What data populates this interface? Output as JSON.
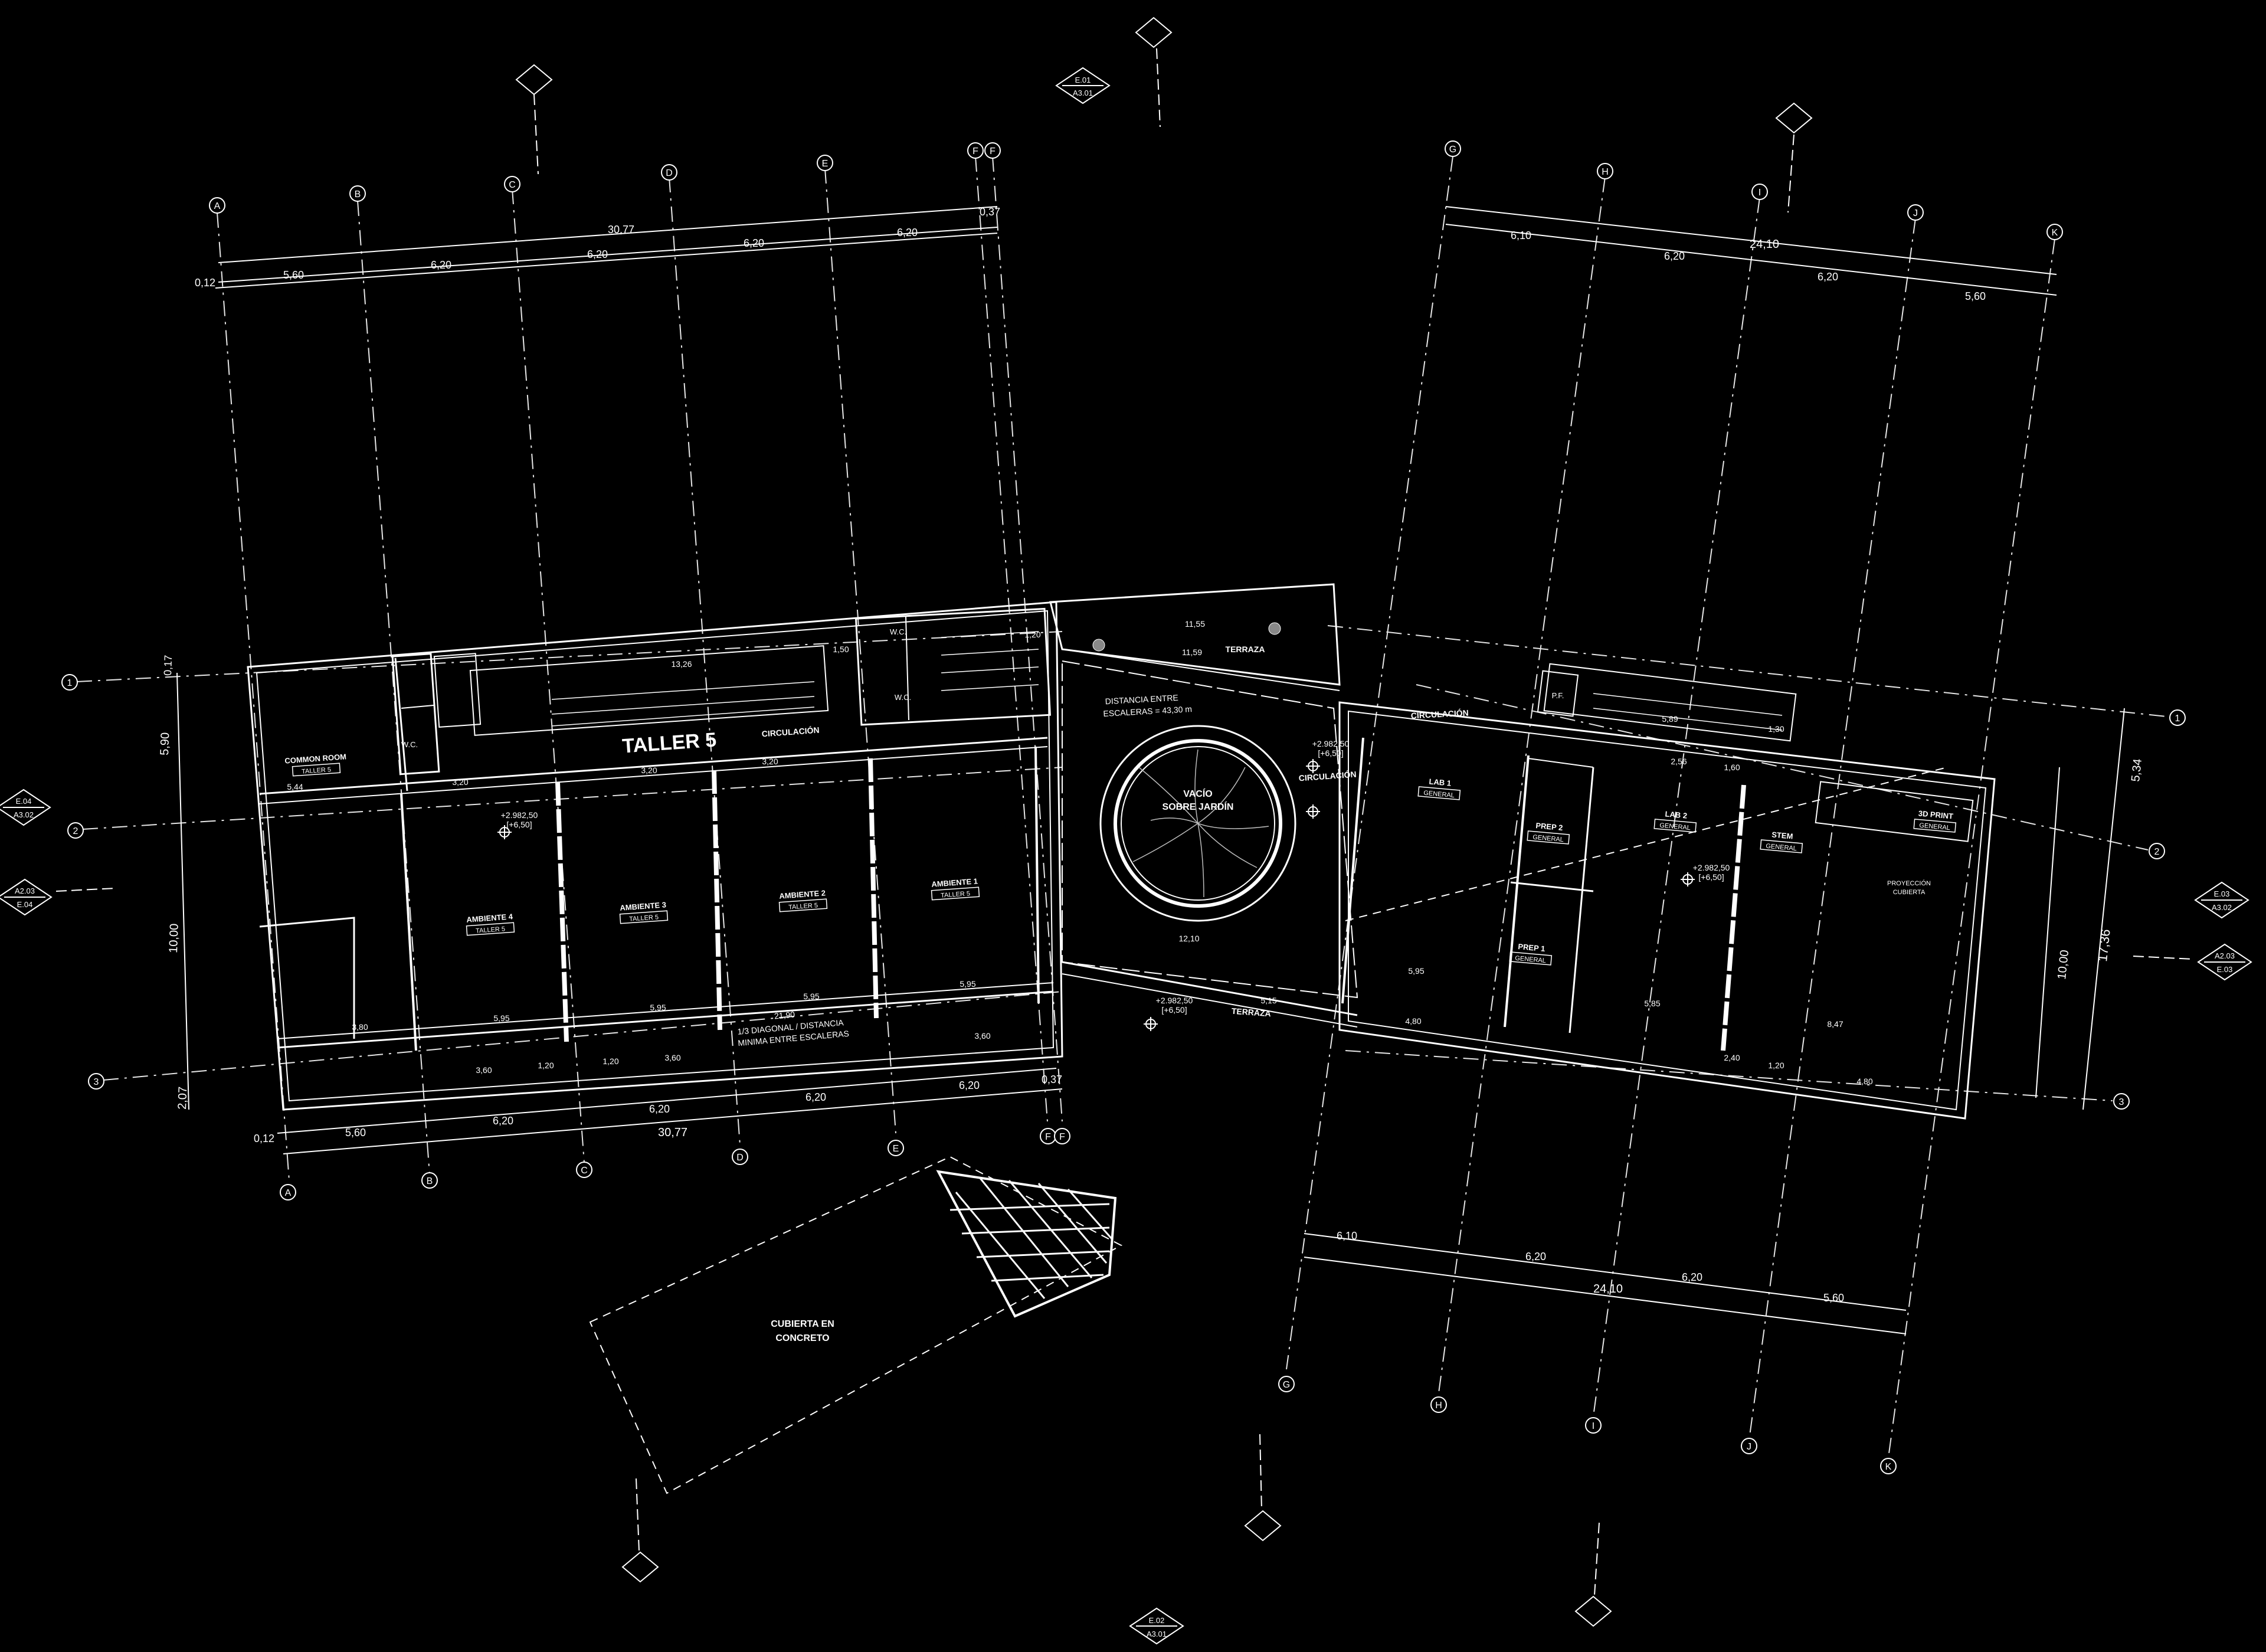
{
  "colors": {
    "background": "#000000",
    "lines": "#ffffff"
  },
  "labels": {
    "taller5": "TALLER 5",
    "circulacion_left": "CIRCULACIÓN",
    "circulacion_mid": "CIRCULACIÓN",
    "circulacion_right": "CIRCULACIÓN",
    "terraza_top": "TERRAZA",
    "terraza_bottom": "TERRAZA",
    "vacio_1": "VACÍO",
    "vacio_2": "SOBRE JARDÍN",
    "cubierta_1": "CUBIERTA EN",
    "cubierta_2": "CONCRETO",
    "distancia_1": "DISTANCIA ENTRE",
    "distancia_2": "ESCALERAS = 43,30 m",
    "diagonal_1": "21,90",
    "diagonal_2": "1/3 DIAGONAL / DISTANCIA",
    "diagonal_3": "MINIMA ENTRE ESCALERAS",
    "proyeccion_1": "PROYECCIÓN",
    "proyeccion_2": "CUBIERTA",
    "wc": "W.C.",
    "pf": "P.F.",
    "level_1": "+2.982,50",
    "level_2": "[+6,50]"
  },
  "rooms": {
    "common_room": {
      "name": "COMMON ROOM",
      "tag": "TALLER 5"
    },
    "ambiente4": {
      "name": "AMBIENTE 4",
      "tag": "TALLER 5"
    },
    "ambiente3": {
      "name": "AMBIENTE 3",
      "tag": "TALLER 5"
    },
    "ambiente2": {
      "name": "AMBIENTE 2",
      "tag": "TALLER 5"
    },
    "ambiente1": {
      "name": "AMBIENTE 1",
      "tag": "TALLER 5"
    },
    "lab1": {
      "name": "LAB 1",
      "tag": "GENERAL"
    },
    "prep2": {
      "name": "PREP 2",
      "tag": "GENERAL"
    },
    "prep1": {
      "name": "PREP 1",
      "tag": "GENERAL"
    },
    "lab2": {
      "name": "LAB 2",
      "tag": "GENERAL"
    },
    "stem": {
      "name": "STEM",
      "tag": "GENERAL"
    },
    "print3d": {
      "name": "3D PRINT",
      "tag": "GENERAL"
    }
  },
  "grid_letters": {
    "a": "A",
    "b": "B",
    "c": "C",
    "d": "D",
    "e": "E",
    "f": "F",
    "g": "G",
    "h": "H",
    "i": "I",
    "j": "J",
    "k": "K"
  },
  "grid_numbers": {
    "n1": "1",
    "n2": "2",
    "n3": "3"
  },
  "section_marks": {
    "e01_top": {
      "code": "E.01",
      "sheet": "A3.01"
    },
    "e02_bottom": {
      "code": "E.02",
      "sheet": "A3.01"
    },
    "e04_left": {
      "code": "E.04",
      "sheet": "A3.02"
    },
    "e03_right": {
      "code": "E.03",
      "sheet": "A3.02"
    },
    "a202_left": {
      "code": "A2.03",
      "sheet": "E.04"
    },
    "a203_right": {
      "code": "A2.03",
      "sheet": "E.03"
    }
  },
  "dims": {
    "top_total": "30,77",
    "top_total_r": "24,10",
    "top_0_12": "0,12",
    "top_5_60": "5,60",
    "top_6_20": "6,20",
    "top_0_37": "0,37",
    "top_6_10": "6,10",
    "bot_total": "30,77",
    "bot_total_r": "24,10",
    "v_0_17": "0,17",
    "v_5_90": "5,90",
    "v_10_00": "10,00",
    "v_2_07": "2,07",
    "v_5_34": "5,34",
    "v_17_36": "17,36",
    "v_10_00_r": "10,00",
    "d_13_26": "13,26",
    "d_11_59": "11,59",
    "d_11_55": "11,55",
    "d_12_10": "12,10",
    "d_5_95": "5,95",
    "d_3_20": "3,20",
    "d_3_60": "3,60",
    "d_1_20": "1,20",
    "d_5_44": "5,44",
    "d_1_50": "1,50",
    "d_5_89": "5,89",
    "d_1_30": "1,30",
    "d_4_80": "4,80",
    "d_8_47": "8,47",
    "d_5_85": "5,85",
    "d_5_15": "5,15",
    "d_2_56": "2,56",
    "d_1_60": "1,60",
    "d_2_40": "2,40",
    "d_3_80": "3,80"
  }
}
